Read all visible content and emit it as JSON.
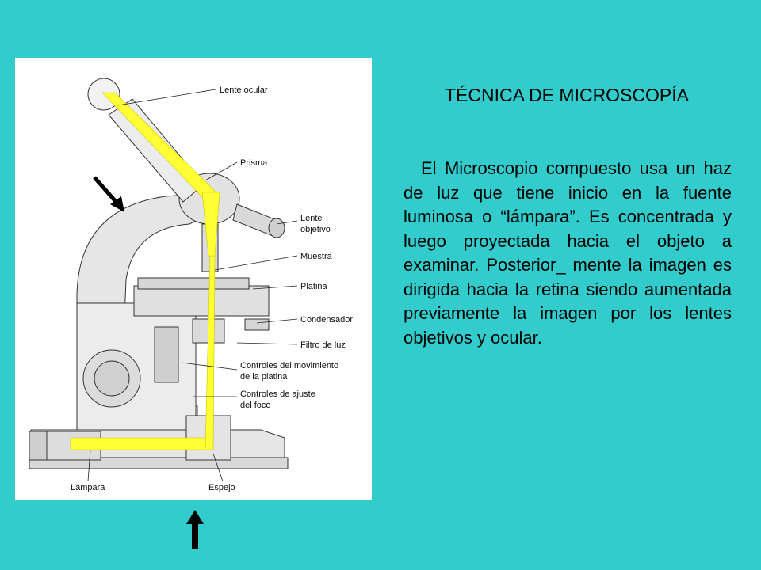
{
  "title": "TÉCNICA DE MICROSCOPÍA",
  "body": "El Microscopio compuesto usa un haz de luz que tiene inicio en la fuente luminosa o “lámpara”. Es concentrada y luego proyectada hacia el objeto a examinar. Posterior_ mente la imagen es dirigida hacia la retina siendo aumentada previamente la imagen por los lentes objetivos y ocular.",
  "labels": {
    "ocular": "Lente ocular",
    "prisma": "Prisma",
    "objetivo_1": "Lente",
    "objetivo_2": "objetivo",
    "muestra": "Muestra",
    "platina": "Platina",
    "condensador": "Condensador",
    "filtro": "Filtro de luz",
    "mov_1": "Controles del movimiento",
    "mov_2": "de la platina",
    "foco_1": "Controles de ajuste",
    "foco_2": "del foco",
    "lampara": "Lámpara",
    "espejo": "Espejo"
  },
  "colors": {
    "background": "#33CCCC",
    "light_beam": "#FFFF33",
    "body": "#E8E8E8"
  }
}
